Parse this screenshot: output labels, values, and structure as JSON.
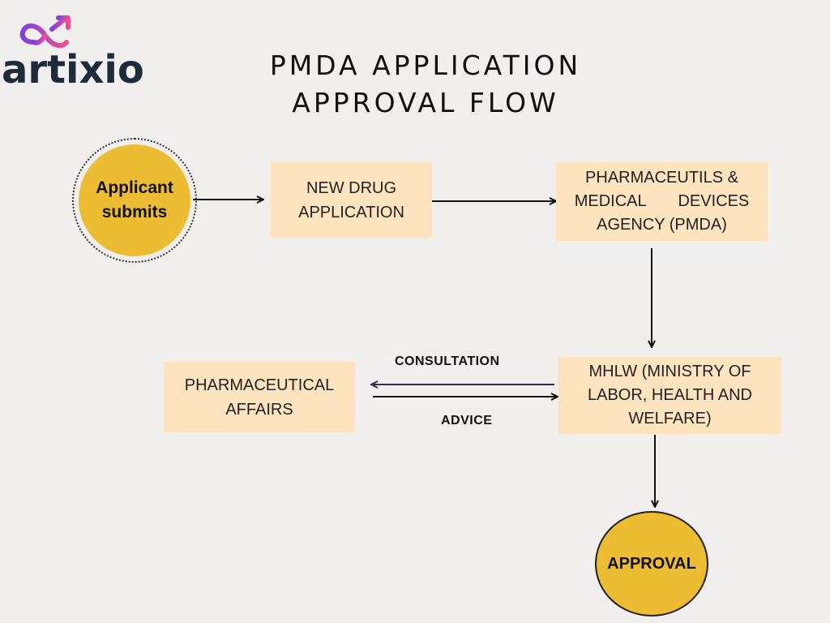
{
  "brand": {
    "logo_text": "artixio",
    "logo_icon": "infinity-logo-icon"
  },
  "title": {
    "line1": "PMDA APPLICATION",
    "line2": "APPROVAL FLOW"
  },
  "nodes": {
    "applicant": {
      "line1": "Applicant",
      "line2": "submits"
    },
    "new_drug": {
      "line1": "NEW DRUG",
      "line2": "APPLICATION"
    },
    "pmda": {
      "line1": "PHARMACEUTILS &",
      "line2": "MEDICAL DEVICES",
      "line3": "AGENCY (PMDA)"
    },
    "mhlw": {
      "line1": "MHLW (MINISTRY OF",
      "line2": "LABOR, HEALTH AND",
      "line3": "WELFARE)"
    },
    "pharma_affairs": {
      "line1": "PHARMACEUTICAL",
      "line2": "AFFAIRS"
    },
    "approval": {
      "label": "APPROVAL"
    }
  },
  "edges": {
    "consultation": "CONSULTATION",
    "advice": "ADVICE"
  },
  "colors": {
    "background": "#f0efed",
    "box_fill": "#fde4be",
    "circle_fill": "#ecbc32",
    "logo_gradient_start": "#7b3fe4",
    "logo_gradient_end": "#f0508a",
    "consultation_arrow": "#3a2a4a"
  }
}
